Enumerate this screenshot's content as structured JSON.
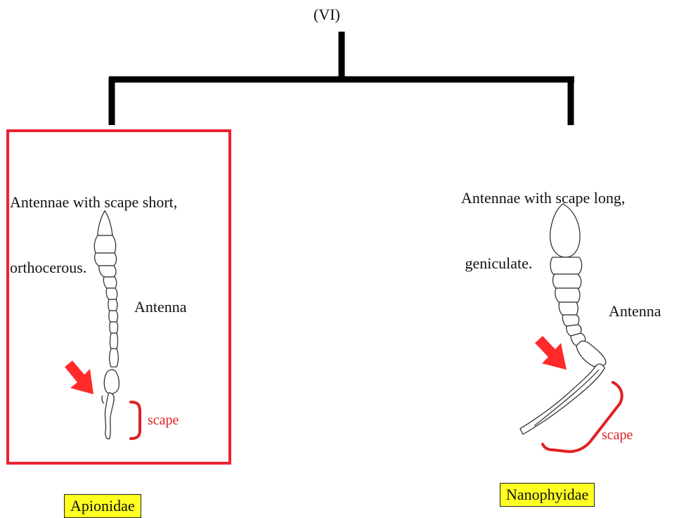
{
  "heading": "(VI)",
  "left": {
    "description_line1": "Antennae with scape short,",
    "description_line2": "orthocerous.",
    "antenna_label": "Antenna",
    "scape_label": "scape",
    "family": "Apionidae",
    "highlighted": true
  },
  "right": {
    "description_line1": "Antennae with scape long,",
    "description_line2": " geniculate.",
    "antenna_label": "Antenna",
    "scape_label": "scape",
    "family": "Nanophyidae",
    "highlighted": false
  },
  "colors": {
    "tree_lines": "#000000",
    "highlight_box": "#ee2233",
    "arrow": "#ff2a2a",
    "scape_bracket": "#e02020",
    "family_label_bg": "#ffff22"
  },
  "icons": {
    "pointer": "red-arrow-icon",
    "bracket": "scape-bracket-icon"
  }
}
